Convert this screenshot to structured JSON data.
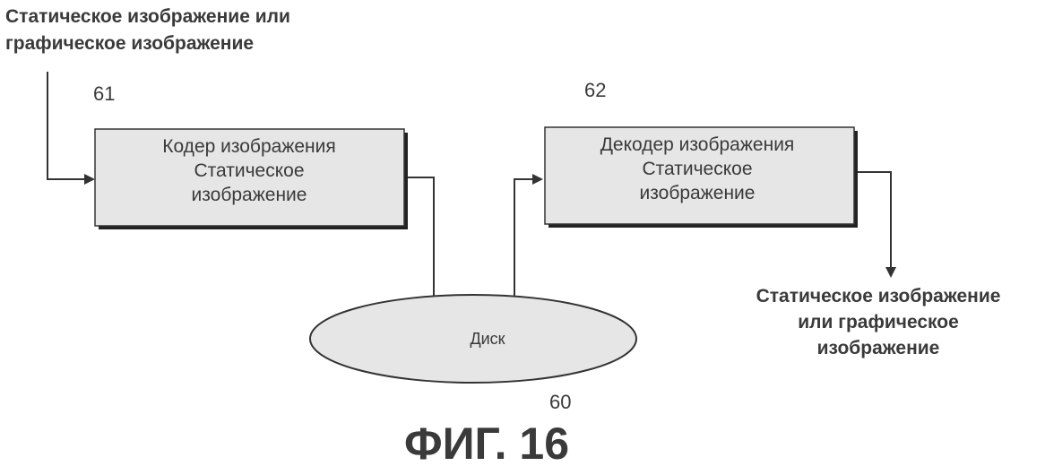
{
  "input_label": [
    "Статическое изображение или",
    "графическое изображение"
  ],
  "encoder": {
    "ref": "61",
    "lines": [
      "Кодер изображения",
      "Статическое",
      "изображение"
    ]
  },
  "decoder": {
    "ref": "62",
    "lines": [
      "Декодер изображения",
      "Статическое",
      "изображение"
    ]
  },
  "disk": {
    "ref": "60",
    "label": "Диск"
  },
  "output_label": [
    "Статическое изображение",
    "или графическое",
    "изображение"
  ],
  "figure_caption": "ФИГ. 16",
  "colors": {
    "box_fill": "#e6e6e6",
    "line": "#333333",
    "shadow": "#222222"
  }
}
